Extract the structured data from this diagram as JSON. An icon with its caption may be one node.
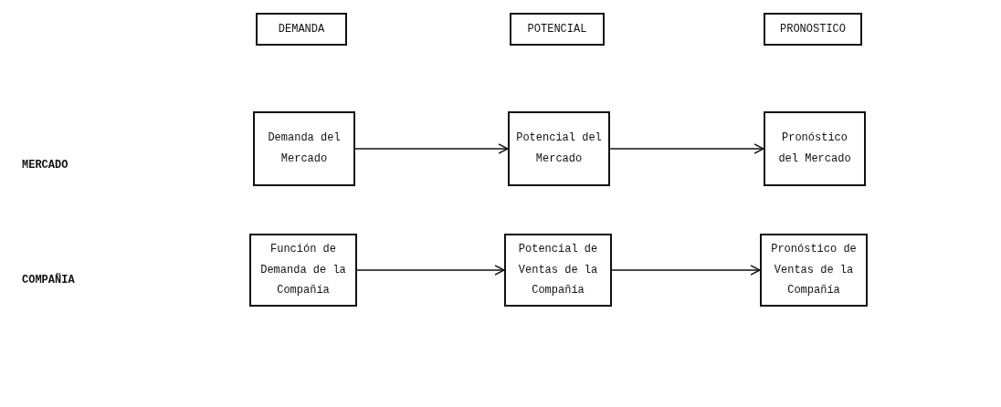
{
  "diagram": {
    "nodes": [
      {
        "text": [
          "DEMANDA"
        ]
      },
      {
        "text": [
          "POTENCIAL"
        ]
      },
      {
        "text": [
          "PRONOSTICO"
        ]
      },
      {
        "text": [
          "Demanda del Mercado"
        ]
      },
      {
        "text": [
          "Potencial del Mercado"
        ]
      },
      {
        "text": [
          "Pronóstico del Mercado"
        ]
      },
      {
        "text": [
          "Función de Demanda de la Compañía"
        ]
      },
      {
        "text": [
          "Potencial de Ventas de la Compañía"
        ]
      },
      {
        "text": [
          "Pronóstico de Ventas de la Compañía"
        ]
      }
    ],
    "edges": [
      {
        "from": 3,
        "to": 4,
        "arrow": "to"
      },
      {
        "from": 4,
        "to": 5,
        "arrow": "to"
      },
      {
        "from": 6,
        "to": 7,
        "arrow": "to"
      },
      {
        "from": 7,
        "to": 8,
        "arrow": "to"
      }
    ],
    "labels": [
      "MERCADO",
      "COMPAÑIA"
    ]
  }
}
